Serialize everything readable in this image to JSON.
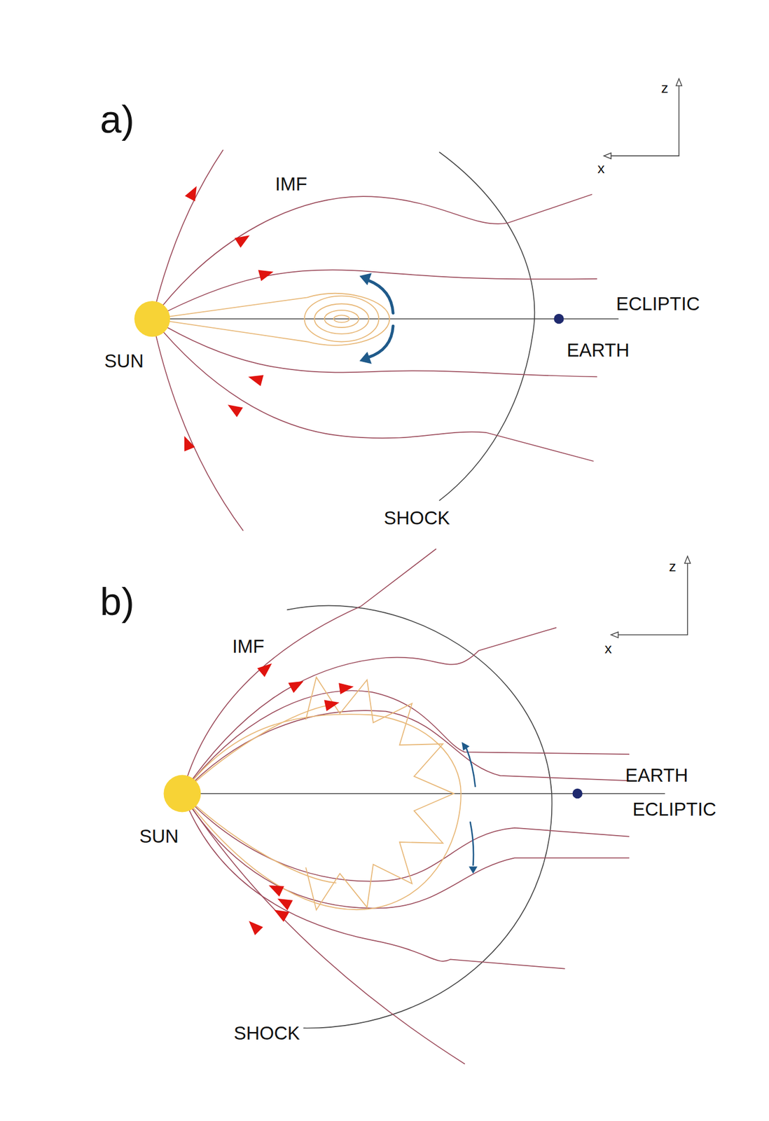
{
  "diagram": {
    "labels": [
      "a)",
      "z",
      "x",
      "IMF",
      "ECLIPTIC",
      "EARTH",
      "SUN",
      "SHOCK",
      "b)",
      "z",
      "x",
      "IMF",
      "EARTH",
      "ECLIPTIC",
      "SUN",
      "SHOCK"
    ]
  }
}
